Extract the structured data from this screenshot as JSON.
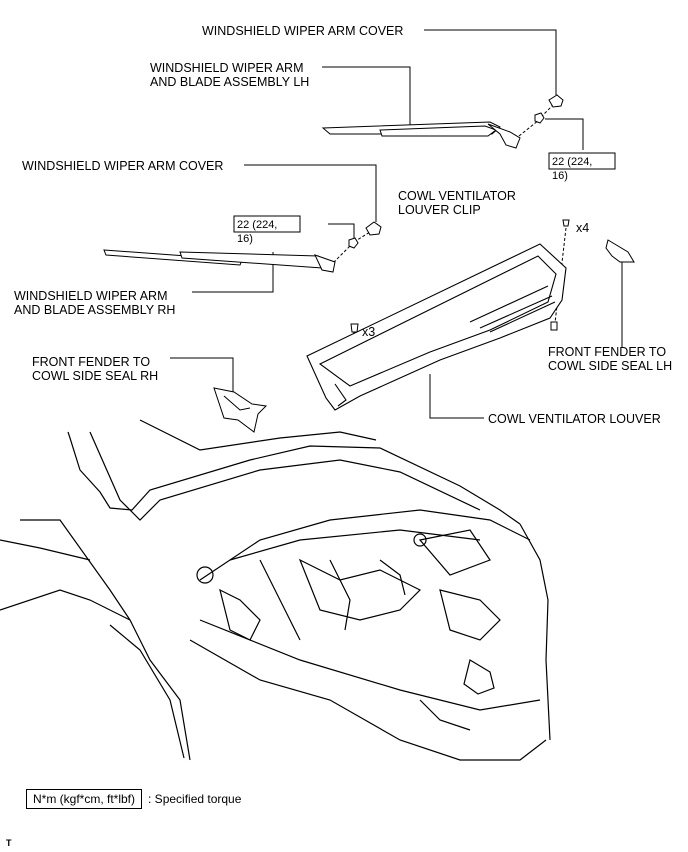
{
  "callouts": {
    "wiper_arm_cover_top": "WINDSHIELD WIPER ARM COVER",
    "wiper_lh_line1": "WINDSHIELD WIPER ARM",
    "wiper_lh_line2": "AND BLADE ASSEMBLY LH",
    "wiper_arm_cover_mid": "WINDSHIELD WIPER ARM COVER",
    "torque_lh_line1": "22 (224,",
    "torque_lh_line2": "16)",
    "torque_rh_line1": "22 (224,",
    "torque_rh_line2": "16)",
    "clip_line1": "COWL VENTILATOR",
    "clip_line2": "LOUVER CLIP",
    "clip_qty": "x4",
    "clip_qty_small": "x3",
    "wiper_rh_line1": "WINDSHIELD WIPER ARM",
    "wiper_rh_line2": "AND BLADE ASSEMBLY RH",
    "seal_rh_line1": "FRONT FENDER TO",
    "seal_rh_line2": "COWL SIDE SEAL RH",
    "seal_lh_line1": "FRONT FENDER TO",
    "seal_lh_line2": "COWL SIDE SEAL LH",
    "louver": "COWL VENTILATOR LOUVER"
  },
  "legend": {
    "box_text": "N*m (kgf*cm, ft*lbf)",
    "description": ": Specified torque"
  },
  "corner_mark": "T"
}
